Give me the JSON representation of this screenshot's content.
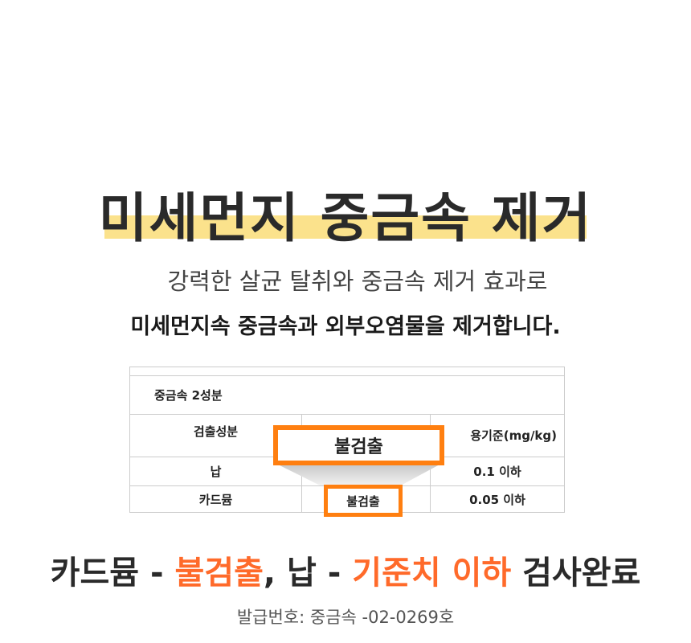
{
  "title": "미세먼지 중금속 제거",
  "subtitle": "강력한 살균 탈취와 중금속 제거 효과로",
  "subtitle_bold": "미세먼지속 중금속과 외부오염물을 제거합니다.",
  "table": {
    "section": "중금속 2성분",
    "headers": [
      "검출성분",
      "",
      "용기준(mg/kg)"
    ],
    "rows": [
      [
        "납",
        "",
        "0.1 이하"
      ],
      [
        "카드뮴",
        "불검출",
        "0.05 이하"
      ]
    ],
    "highlight": "불검출"
  },
  "result": {
    "p1": "카드뮴 - ",
    "p2": "불검출",
    "p3": ", 납 - ",
    "p4": "기준치 이하",
    "p5": " 검사완료"
  },
  "cert": "발급번호: 중금속 -02-0269호",
  "colors": {
    "highlight": "#fbe28c",
    "accent": "#ff6a2a",
    "box": "#ff7f10"
  }
}
